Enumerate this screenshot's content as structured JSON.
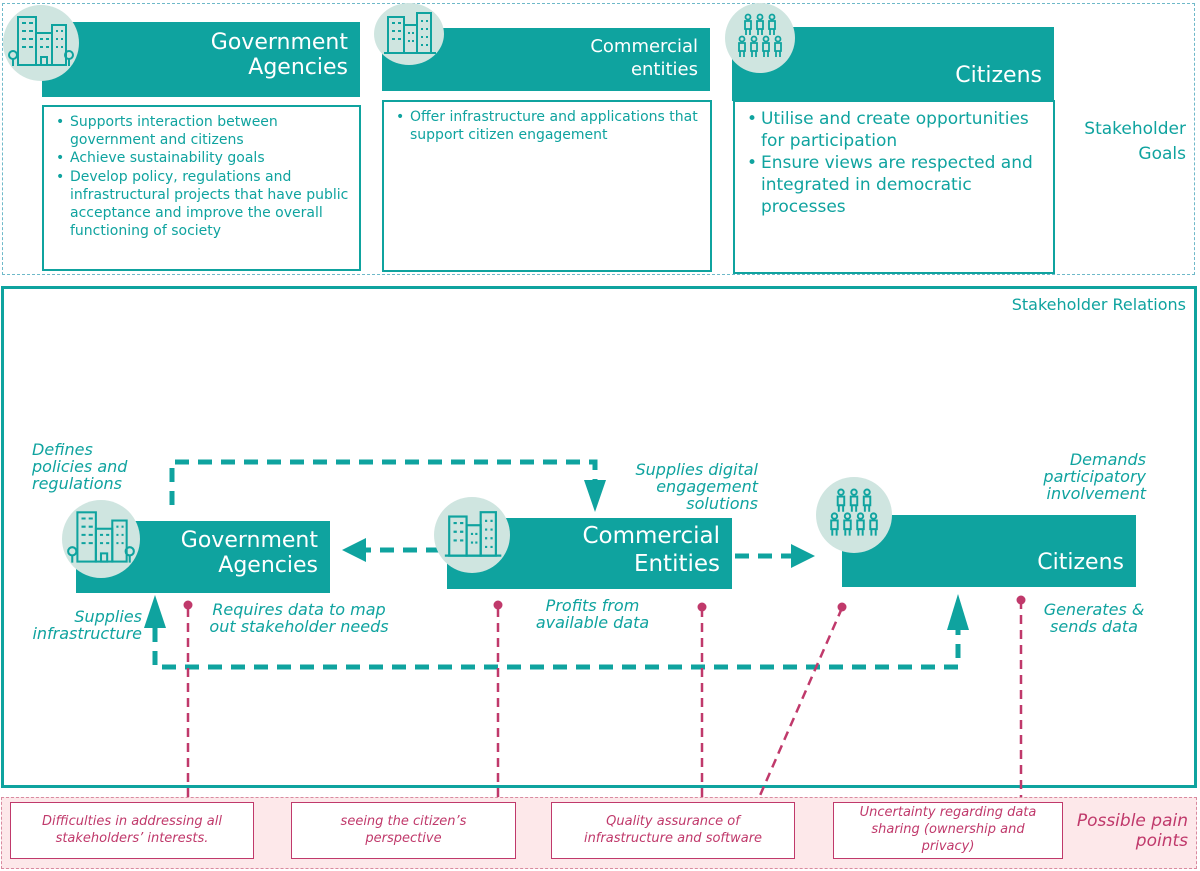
{
  "goals": {
    "label": "Stakeholder Goals",
    "stakeholders": [
      {
        "title": "Government Agencies",
        "icon": "city-buildings-icon",
        "points": [
          "Supports  interaction between government and citizens",
          "Achieve sustainability goals",
          " Develop policy, regulations and infrastructural projects that have public acceptance and improve the overall functioning of society"
        ]
      },
      {
        "title": "Commercial entities",
        "icon": "office-buildings-icon",
        "points": [
          "Offer infrastructure and applications that support citizen engagement"
        ]
      },
      {
        "title": "Citizens",
        "icon": "people-group-icon",
        "points": [
          "Utilise and create opportunities for participation",
          "Ensure views are respected and integrated in democratic processes"
        ]
      }
    ]
  },
  "relations": {
    "label": "Stakeholder Relations",
    "nodes": {
      "government": "Government Agencies",
      "commercial": "Commercial Entities",
      "citizens": "Citizens"
    },
    "labels": {
      "defines": "Defines policies and regulations",
      "supplies_digital": "Supplies digital engagement solutions",
      "demands": "Demands participatory involvement",
      "supplies_infra": "Supplies infrastructure",
      "requires_data": "Requires data to map out stakeholder needs",
      "profits": "Profits from available data",
      "generates": "Generates & sends data"
    }
  },
  "pain_points": {
    "label": "Possible pain points",
    "items": [
      "Difficulties in addressing all stakeholders’ interests.",
      "seeing the citizen’s perspective",
      "Quality assurance of infrastructure and software",
      "Uncertainty regarding data sharing (ownership and privacy)"
    ]
  },
  "colors": {
    "teal": "#0fa39f",
    "pink": "#c0396b",
    "icon_bg": "#cfe5e0",
    "pain_bg": "#fde8ea"
  }
}
